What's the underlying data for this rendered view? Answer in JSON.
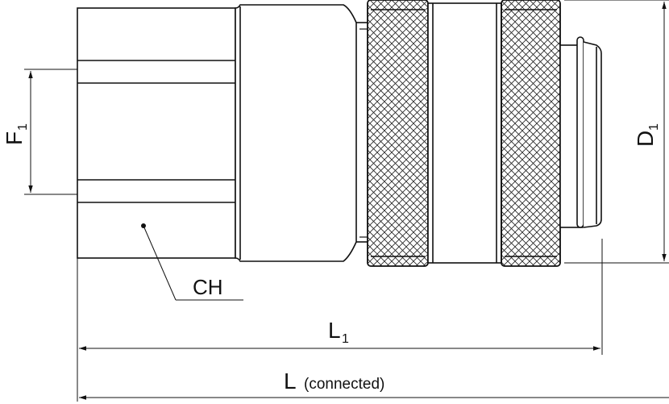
{
  "labels": {
    "f1_main": "F",
    "f1_sub": "1",
    "d1_main": "D",
    "d1_sub": "1",
    "ch": "CH",
    "l1_main": "L",
    "l1_sub": "1",
    "l_main": "L",
    "l_note": "(connected)"
  },
  "colors": {
    "line": "#111111",
    "background": "#ffffff"
  }
}
